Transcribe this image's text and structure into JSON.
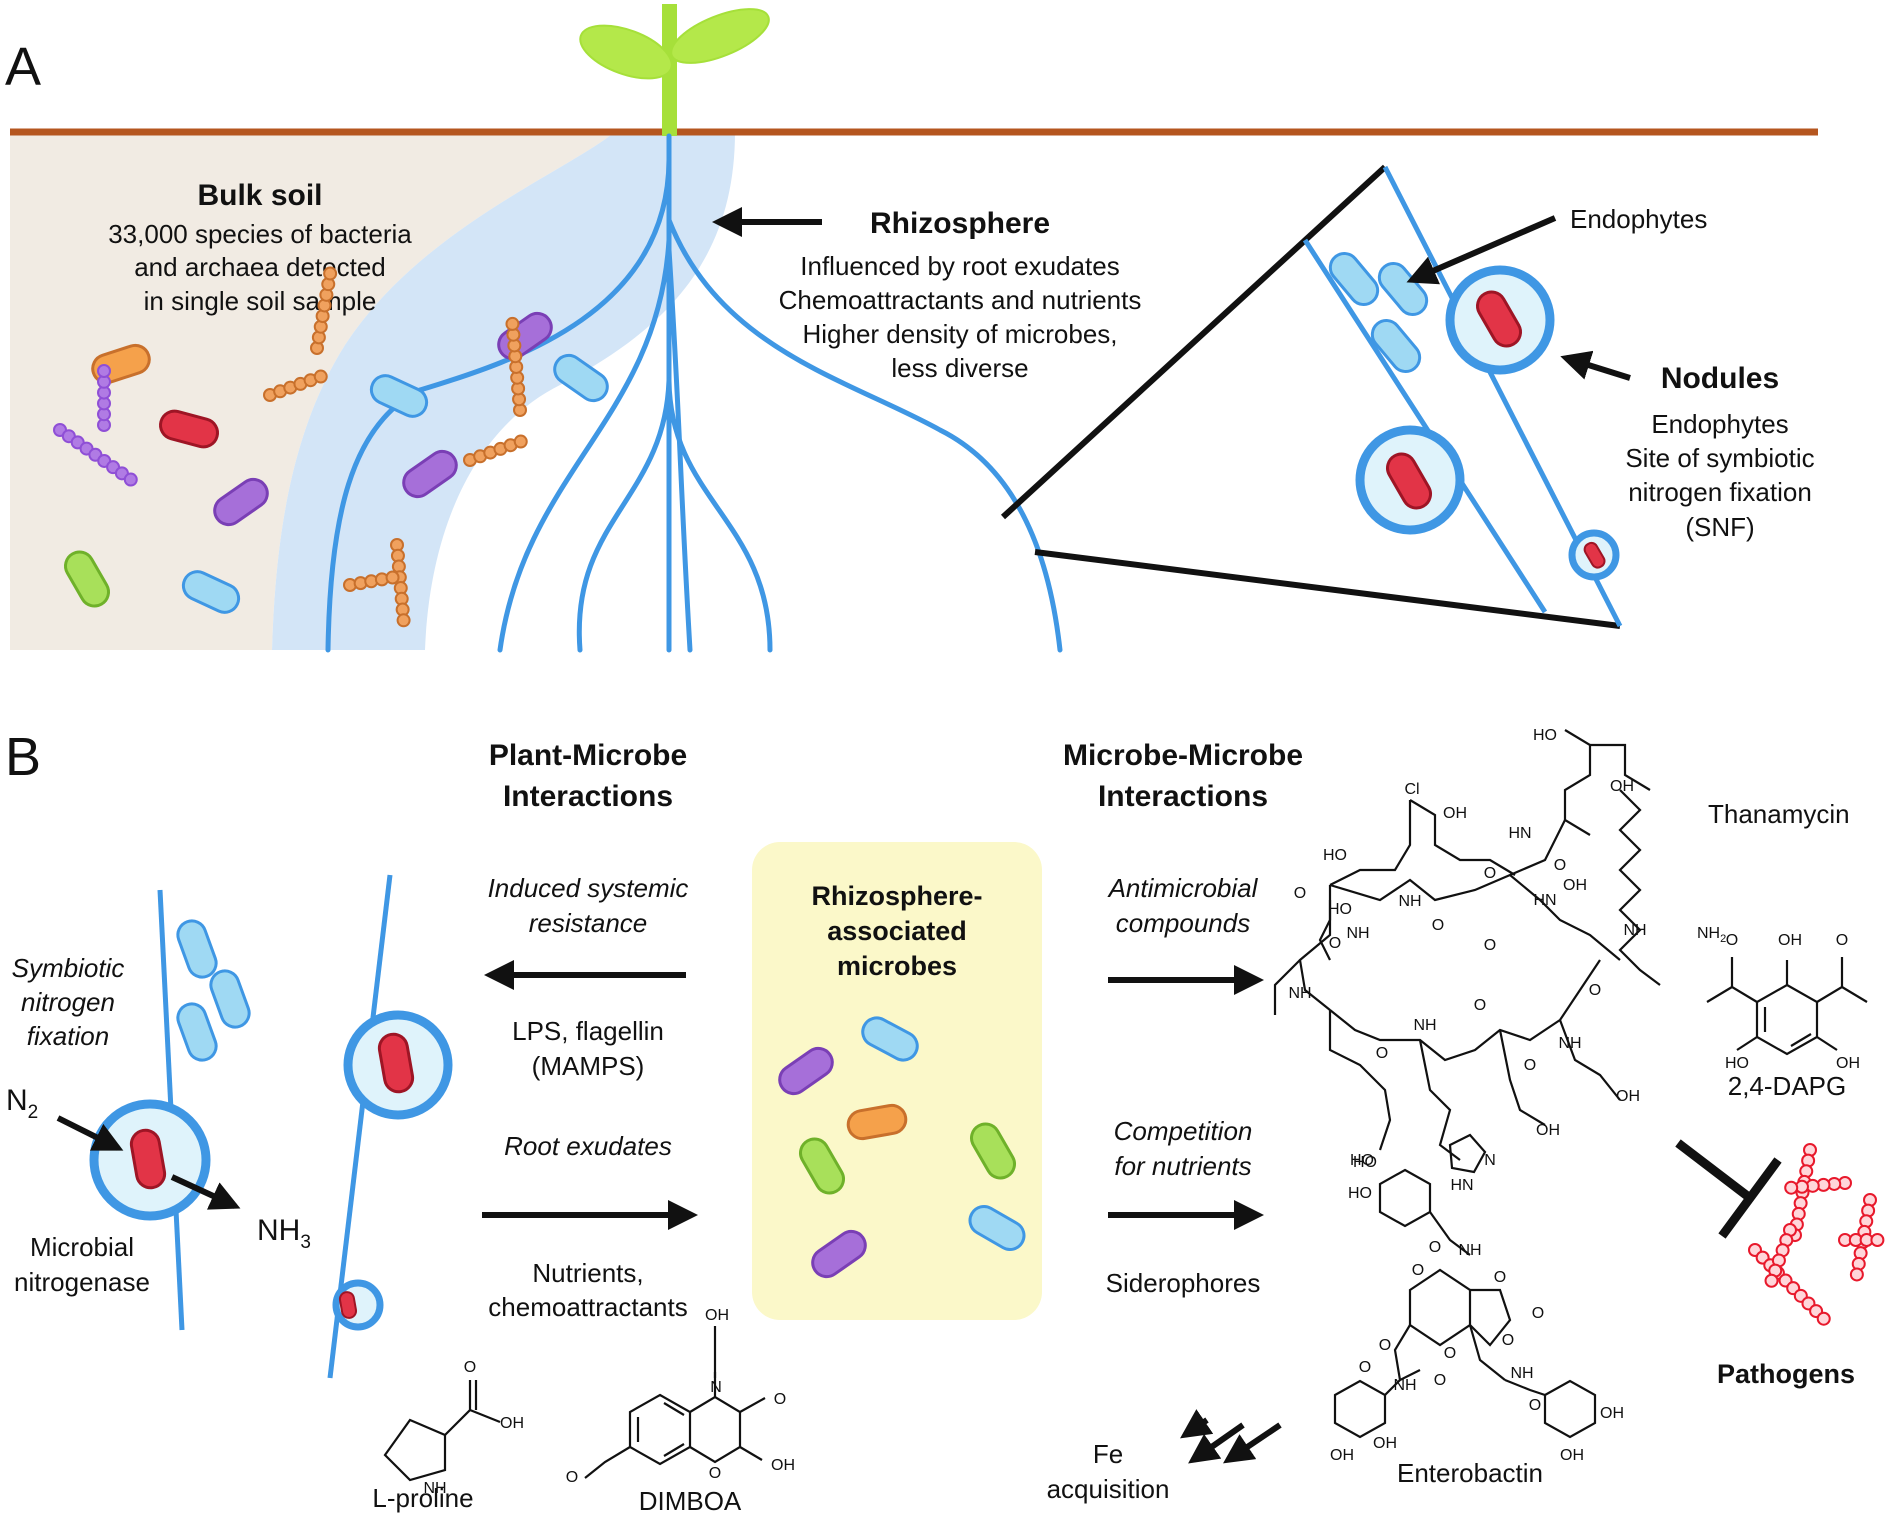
{
  "panelA": {
    "letter": "A",
    "bulk": {
      "title": "Bulk soil",
      "lines": [
        "33,000 species of bacteria",
        "and archaea detected",
        "in single soil sample"
      ]
    },
    "rhizo": {
      "title": "Rhizosphere",
      "lines": [
        "Influenced by root exudates",
        "Chemoattractants and nutrients",
        "Higher density of microbes,",
        "less diverse"
      ]
    },
    "endophytes": "Endophytes",
    "nodules": {
      "title": "Nodules",
      "lines": [
        "Endophytes",
        "Site of symbiotic",
        "nitrogen fixation",
        "(SNF)"
      ]
    }
  },
  "panelB": {
    "letter": "B",
    "pm_title": [
      "Plant-Microbe",
      "Interactions"
    ],
    "mm_title": [
      "Microbe-Microbe",
      "Interactions"
    ],
    "snf": [
      "Symbiotic",
      "nitrogen",
      "fixation"
    ],
    "n2": "N",
    "n2_sub": "2",
    "nh3": "NH",
    "nh3_sub": "3",
    "nitrogenase": [
      "Microbial",
      "nitrogenase"
    ],
    "isr": [
      "Induced systemic",
      "resistance"
    ],
    "lps": [
      "LPS, flagellin",
      "(MAMPS)"
    ],
    "root_exudates": "Root exudates",
    "nutrients": [
      "Nutrients,",
      "chemoattractants"
    ],
    "center": [
      "Rhizosphere-",
      "associated",
      "microbes"
    ],
    "antimicrobial": [
      "Antimicrobial",
      "compounds"
    ],
    "competition": [
      "Competition",
      "for nutrients"
    ],
    "siderophores": "Siderophores",
    "thanamycin": "Thanamycin",
    "dapg": "2,4-DAPG",
    "enterobactin": "Enterobactin",
    "pathogens": "Pathogens",
    "fe": [
      "Fe",
      "acquisition"
    ],
    "lproline": "L-proline",
    "dimboa": "DIMBOA",
    "atoms": {
      "oh": "OH",
      "ho": "HO",
      "o": "O",
      "nh": "NH",
      "hn": "HN",
      "n": "N",
      "cl": "Cl",
      "nh2": "NH",
      "nh2_sub": "2",
      "hoo": "HO"
    }
  },
  "colors": {
    "soil": "#f1ebe3",
    "soil_line": "#b5561f",
    "rhizo": "#d3e5f7",
    "root": "#3f97e4",
    "cyan": "#9fd9f3",
    "red": "#e23447",
    "orange": "#f5a14b",
    "purple": "#a66fd9",
    "green": "#a8e05a",
    "chain_orange": "#c8702c",
    "chain_purple": "#8f4fd6",
    "center_box": "#fbf8c9",
    "pathogen": "#e8192c",
    "plant": "#a6e03a"
  }
}
